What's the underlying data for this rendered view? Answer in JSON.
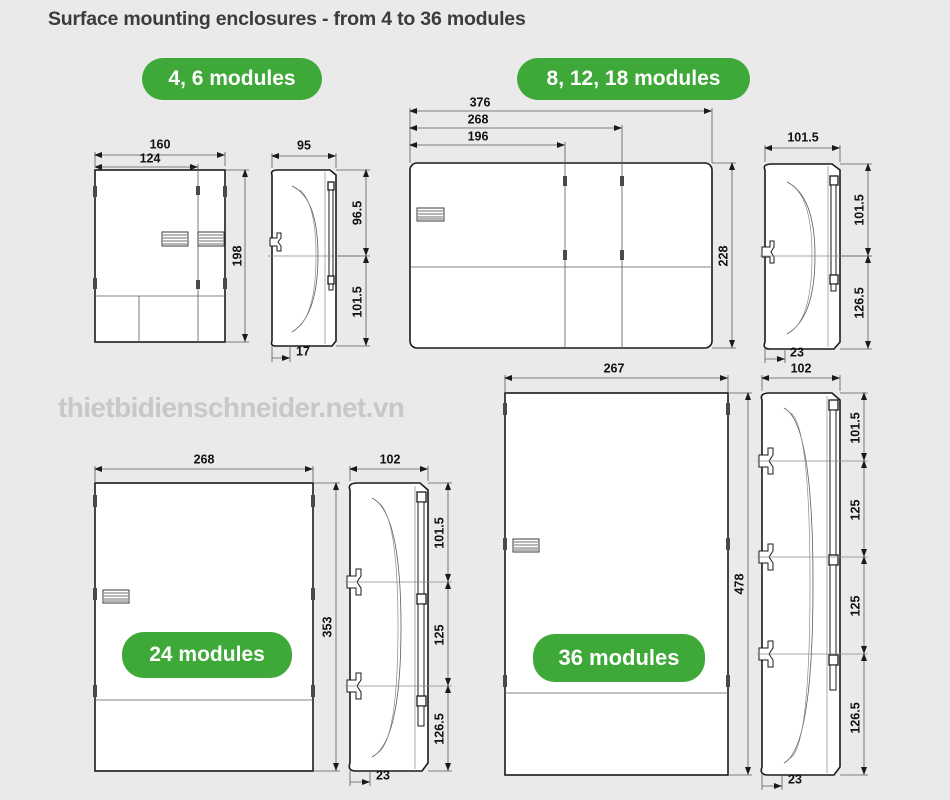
{
  "page": {
    "title": "Surface mounting enclosures - from 4 to 36 modules",
    "watermark": "thietbidienschneider.net.vn",
    "background_color": "#e9eae9",
    "accent_color": "#3EA838",
    "line_color": "#1a1a1a",
    "title_color": "#3c3c3c",
    "watermark_color": "#c8c8c8"
  },
  "badges": {
    "b1": "4, 6 modules",
    "b2": "8, 12, 18 modules",
    "b3": "24 modules",
    "b4": "36 modules"
  },
  "groups": [
    {
      "id": "group-4-6",
      "label": "4, 6 modules",
      "front_view": {
        "width_outer": "160",
        "width_inner": "124",
        "height": "198"
      },
      "side_view": {
        "depth": "95",
        "upper_height": "96.5",
        "lower_height": "101.5",
        "base_depth": "17"
      }
    },
    {
      "id": "group-8-12-18",
      "label": "8, 12, 18 modules",
      "front_view": {
        "width_outer": "376",
        "width_mid": "268",
        "width_inner": "196",
        "height": "228"
      },
      "side_view": {
        "depth": "101.5",
        "upper_height": "101.5",
        "lower_height": "126.5",
        "base_depth": "23"
      }
    },
    {
      "id": "group-24",
      "label": "24 modules",
      "front_view": {
        "width_outer": "268",
        "height": "353"
      },
      "side_view": {
        "depth": "102",
        "seg1": "101.5",
        "seg2": "125",
        "seg3": "126.5",
        "base_depth": "23"
      }
    },
    {
      "id": "group-36",
      "label": "36 modules",
      "front_view": {
        "width_outer": "267",
        "height": "478"
      },
      "side_view": {
        "depth": "102",
        "seg1": "101.5",
        "seg2": "125",
        "seg3": "125",
        "seg4": "126.5",
        "base_depth": "23"
      }
    }
  ],
  "dimension_labels": {
    "g1_160": "160",
    "g1_124": "124",
    "g1_198": "198",
    "g1_95": "95",
    "g1_965": "96.5",
    "g1_1015": "101.5",
    "g1_17": "17",
    "g2_376": "376",
    "g2_268": "268",
    "g2_196": "196",
    "g2_228": "228",
    "g2_1015a": "101.5",
    "g2_1015b": "101.5",
    "g2_1265": "126.5",
    "g2_23": "23",
    "g3_268": "268",
    "g3_353": "353",
    "g3_102": "102",
    "g3_1015": "101.5",
    "g3_125": "125",
    "g3_1265": "126.5",
    "g3_23": "23",
    "g4_267": "267",
    "g4_478": "478",
    "g4_102": "102",
    "g4_1015": "101.5",
    "g4_125a": "125",
    "g4_125b": "125",
    "g4_1265": "126.5",
    "g4_23": "23"
  }
}
